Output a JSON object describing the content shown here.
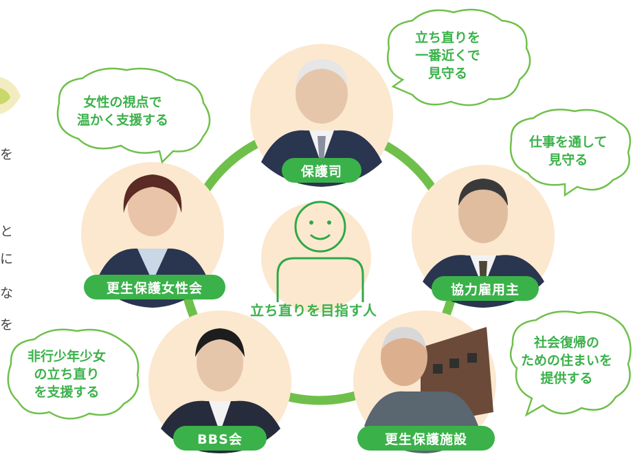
{
  "colors": {
    "green": "#3bb14a",
    "light_green": "#6fc04a",
    "peach": "#fbe8cf",
    "person_line": "#2fa847",
    "skin": "#e6c6aa",
    "suit": "#2a3550"
  },
  "center": {
    "label": "立ち直りを目指す人",
    "icon": "smiling-person-outline-icon"
  },
  "nodes": [
    {
      "id": "hogoshi",
      "label": "保護司",
      "speech": [
        "立ち直りを",
        "一番近くで",
        "見守る"
      ]
    },
    {
      "id": "kyoryoku",
      "label": "協力雇用主",
      "speech": [
        "仕事を通して",
        "見守る"
      ]
    },
    {
      "id": "shisetsu",
      "label": "更生保護施設",
      "speech": [
        "社会復帰の",
        "ための住まいを",
        "提供する"
      ]
    },
    {
      "id": "bbs",
      "label": "BBS会",
      "speech": [
        "非行少年少女",
        "の立ち直り",
        "を支援する"
      ]
    },
    {
      "id": "josei",
      "label": "更生保護女性会",
      "speech": [
        "女性の視点で",
        "温かく支援する"
      ]
    }
  ],
  "edge_fragments": [
    "を",
    "と",
    "に",
    "な",
    "を"
  ]
}
